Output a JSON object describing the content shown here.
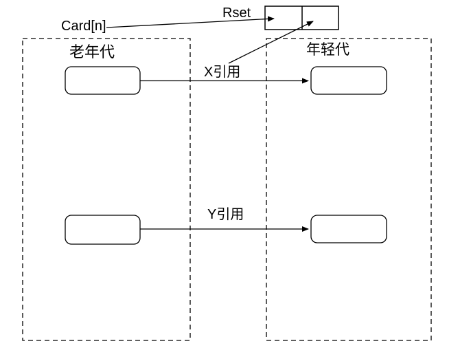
{
  "labels": {
    "card": "Card[n]",
    "rset": "Rset",
    "old_generation": "老年代",
    "young_generation": "年轻代",
    "x_reference": "X引用",
    "y_reference": "Y引用"
  },
  "colors": {
    "stroke": "#000000",
    "background": "#ffffff"
  }
}
